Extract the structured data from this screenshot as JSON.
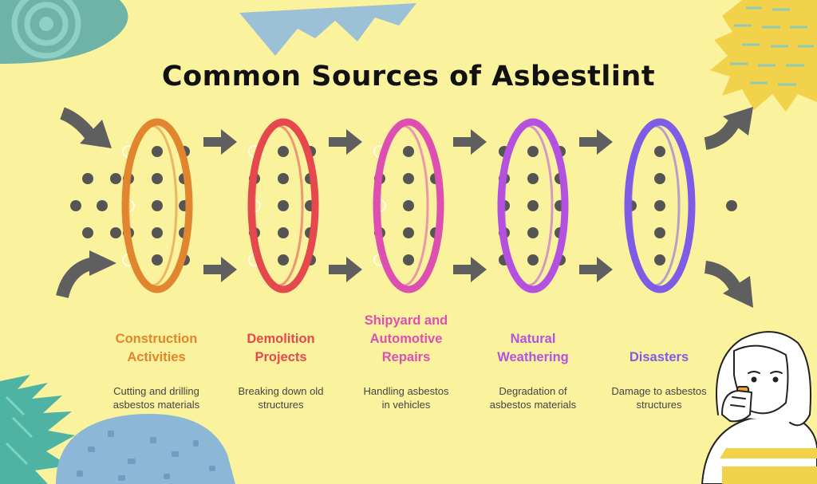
{
  "title": "Common Sources of Asbestlint",
  "colors": {
    "background": "#fbf29e",
    "arrow": "#5f5f5f",
    "dot": "#555555",
    "construction": "#e2852f",
    "demolition": "#e5484d",
    "shipyard": "#dd4fb0",
    "weathering": "#b451e0",
    "disasters": "#7e5ce6"
  },
  "stages": [
    {
      "label": "Construction Activities",
      "label_lines": [
        "Construction",
        "Activities"
      ],
      "description_lines": [
        "Cutting and drilling",
        "asbestos materials"
      ],
      "color_key": "construction"
    },
    {
      "label": "Demolition Projects",
      "label_lines": [
        "Demolition",
        "Projects"
      ],
      "description_lines": [
        "Breaking down old",
        "structures"
      ],
      "color_key": "demolition"
    },
    {
      "label": "Shipyard and Automotive Repairs",
      "label_lines": [
        "Shipyard and",
        "Automotive",
        "Repairs"
      ],
      "description_lines": [
        "Handling asbestos",
        "in vehicles"
      ],
      "color_key": "shipyard"
    },
    {
      "label": "Natural Weathering",
      "label_lines": [
        "Natural",
        "Weathering"
      ],
      "description_lines": [
        "Degradation of",
        "asbestos materials"
      ],
      "color_key": "weathering"
    },
    {
      "label": "Disasters",
      "label_lines": [
        "Disasters"
      ],
      "description_lines": [
        "Damage to asbestos",
        "structures"
      ],
      "color_key": "disasters"
    }
  ]
}
